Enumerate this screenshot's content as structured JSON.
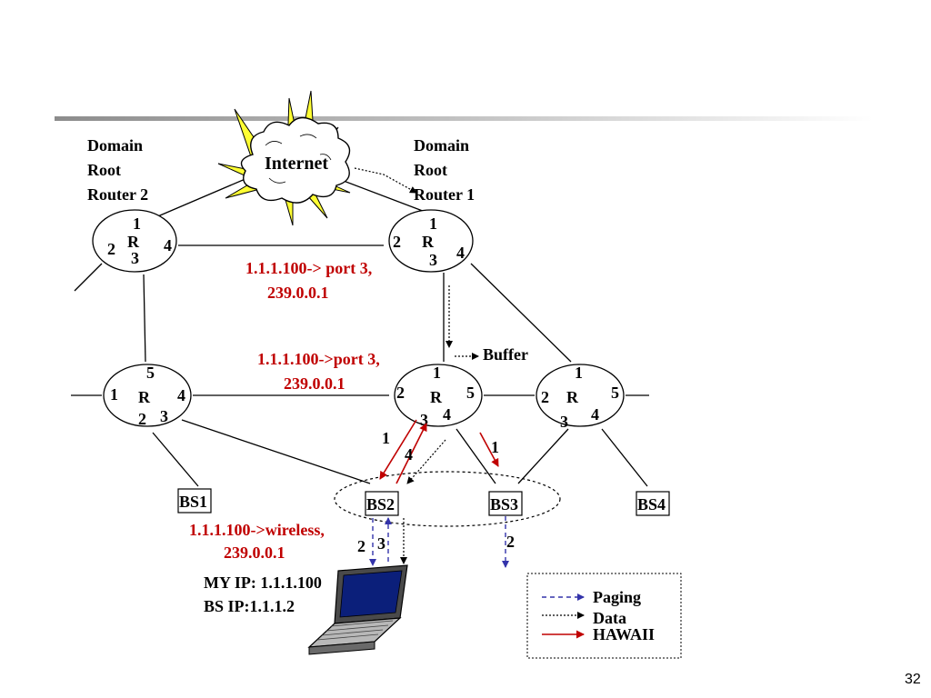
{
  "internet_label": "Internet",
  "domain_root_router_2": [
    "Domain",
    "Root",
    "Router 2"
  ],
  "domain_root_router_1": [
    "Domain",
    "Root",
    "Router 1"
  ],
  "router_letter": "R",
  "routers": {
    "r2": {
      "ports": [
        "1",
        "2",
        "3",
        "4"
      ]
    },
    "r1": {
      "ports": [
        "1",
        "2",
        "3",
        "4"
      ]
    },
    "rl": {
      "ports": [
        "5",
        "1",
        "4",
        "2",
        "3"
      ]
    },
    "rm": {
      "ports": [
        "1",
        "2",
        "5",
        "3",
        "4"
      ]
    },
    "rr": {
      "ports": [
        "1",
        "2",
        "5",
        "3",
        "4"
      ]
    }
  },
  "route_top": [
    "1.1.1.100-> port 3,",
    "239.0.0.1"
  ],
  "route_mid": [
    "1.1.1.100->port 3,",
    "239.0.0.1"
  ],
  "route_wireless": [
    "1.1.1.100->wireless,",
    "239.0.0.1"
  ],
  "buffer_label": "Buffer",
  "base_stations": [
    "BS1",
    "BS2",
    "BS3",
    "BS4"
  ],
  "arrow_numbers": {
    "a1": "1",
    "a4": "4",
    "a1b": "1",
    "a2": "2",
    "a3": "3",
    "a2b": "2"
  },
  "mobile_ip": "MY IP: 1.1.1.100",
  "bs_ip": "BS IP:1.1.1.2",
  "legend": {
    "paging": "Paging",
    "data": "Data",
    "hawaii": "HAWAII"
  },
  "colors": {
    "paging": "#3333aa",
    "data": "#000000",
    "hawaii": "#c00000"
  },
  "page_number": "32"
}
